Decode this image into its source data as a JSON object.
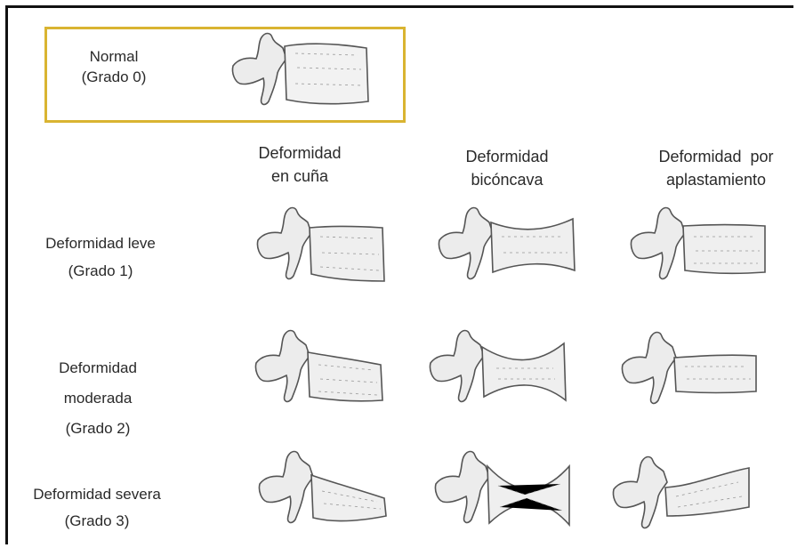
{
  "normal": {
    "line1": "Normal",
    "line2": "(Grado 0)"
  },
  "columns": [
    {
      "line1": "Deformidad",
      "line2": "en cuña"
    },
    {
      "line1": "Deformidad",
      "line2": "bicóncava"
    },
    {
      "line1": "Deformidad  por",
      "line2": "aplastamiento"
    }
  ],
  "rows": [
    {
      "lines": [
        "Deformidad leve",
        "(Grado 1)"
      ]
    },
    {
      "lines": [
        "Deformidad",
        "moderada",
        "(Grado 2)"
      ]
    },
    {
      "lines": [
        "Deformidad severa",
        "(Grado 3)"
      ]
    }
  ],
  "colors": {
    "highlight_border": "#d9b431",
    "frame": "#111111"
  }
}
